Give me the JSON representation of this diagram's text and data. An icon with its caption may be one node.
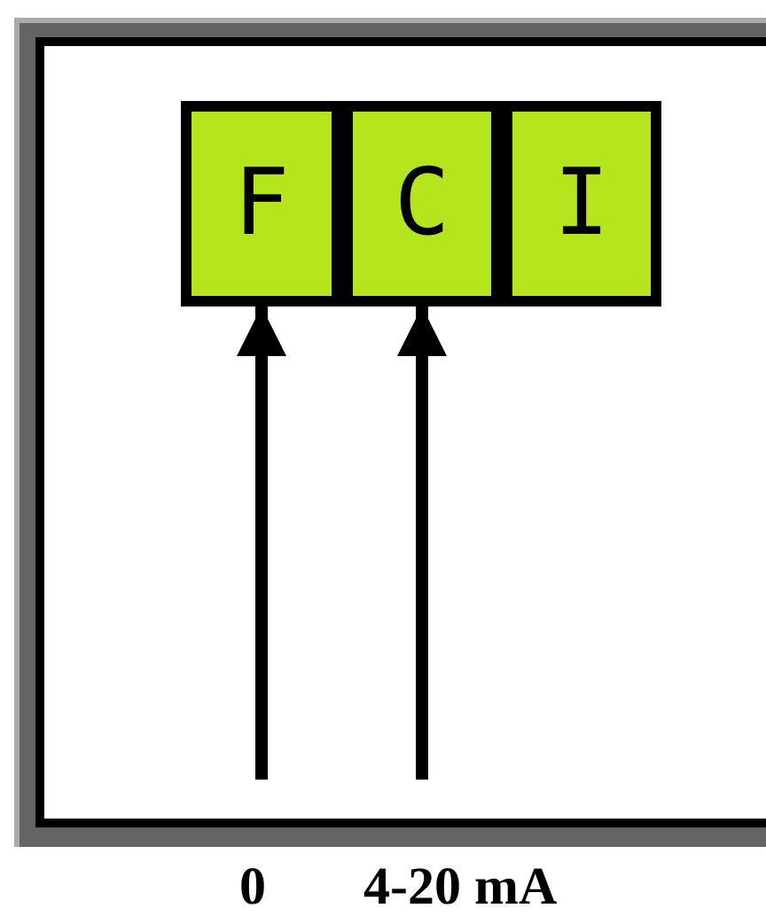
{
  "diagram": {
    "nodes": [
      {
        "text": [
          "F"
        ]
      },
      {
        "text": [
          "C"
        ]
      },
      {
        "text": [
          "I"
        ]
      }
    ],
    "edges": [
      {
        "from": null,
        "to": 0,
        "arrow": "to"
      },
      {
        "from": null,
        "to": 1,
        "arrow": "to"
      }
    ],
    "labels": [
      "0",
      "4-20 mA"
    ]
  }
}
